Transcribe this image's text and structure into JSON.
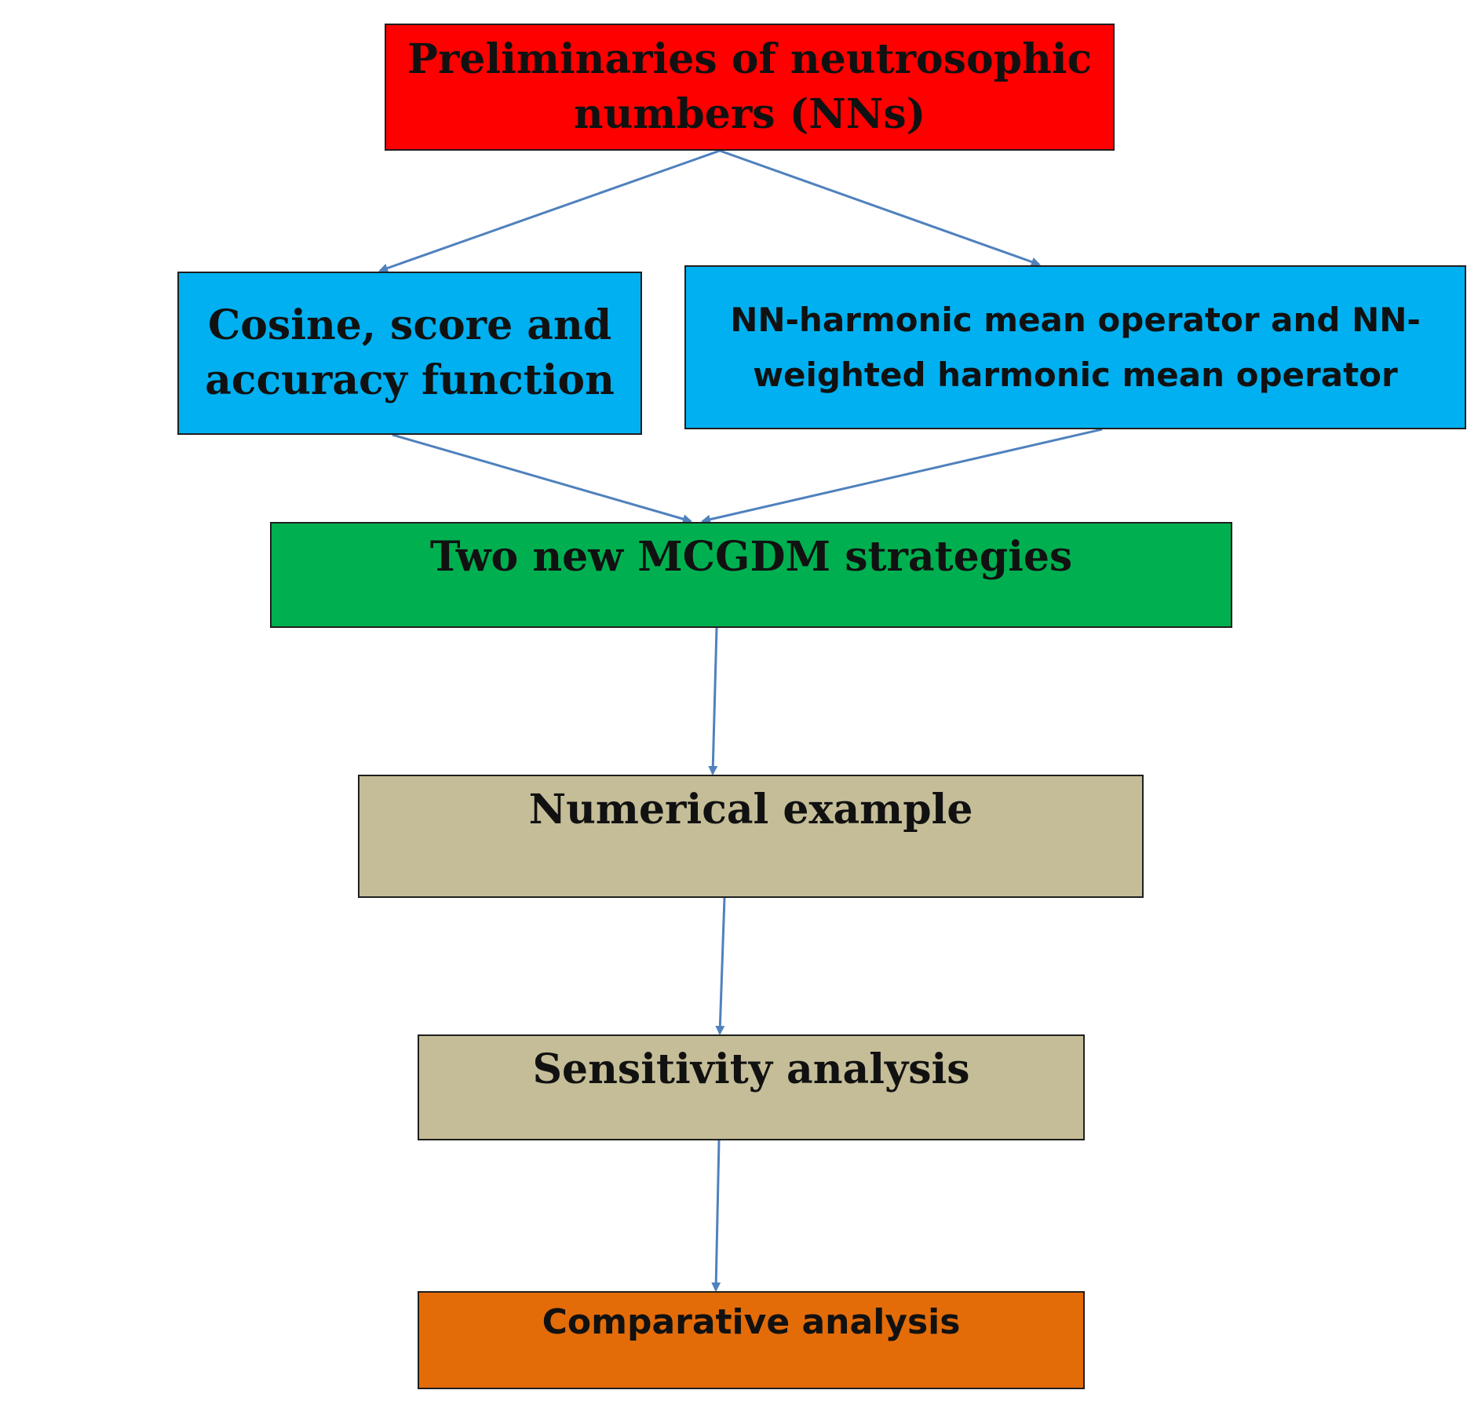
{
  "diagram": {
    "nodes": [
      {
        "id": "preliminaries",
        "label": "Preliminaries of neutrosophic numbers (NNs)",
        "fill": "#ff0000"
      },
      {
        "id": "cosine",
        "label": "Cosine, score and accuracy function",
        "fill": "#00b0f0"
      },
      {
        "id": "harmonic",
        "label": "NN-harmonic mean operator and NN-weighted harmonic mean operator",
        "fill": "#00b0f0"
      },
      {
        "id": "mcgdm",
        "label": "Two new MCGDM strategies",
        "fill": "#00b050"
      },
      {
        "id": "numerical",
        "label": "Numerical example",
        "fill": "#c4bd97"
      },
      {
        "id": "sensitivity",
        "label": "Sensitivity analysis",
        "fill": "#c4bd97"
      },
      {
        "id": "comparative",
        "label": "Comparative analysis",
        "fill": "#e36c09"
      }
    ],
    "edges": [
      {
        "from": "preliminaries",
        "to": "cosine"
      },
      {
        "from": "preliminaries",
        "to": "harmonic"
      },
      {
        "from": "cosine",
        "to": "mcgdm"
      },
      {
        "from": "harmonic",
        "to": "mcgdm"
      },
      {
        "from": "mcgdm",
        "to": "numerical"
      },
      {
        "from": "numerical",
        "to": "sensitivity"
      },
      {
        "from": "sensitivity",
        "to": "comparative"
      }
    ],
    "arrow_color": "#4f81bd",
    "border_color": "#1f1f1f"
  }
}
